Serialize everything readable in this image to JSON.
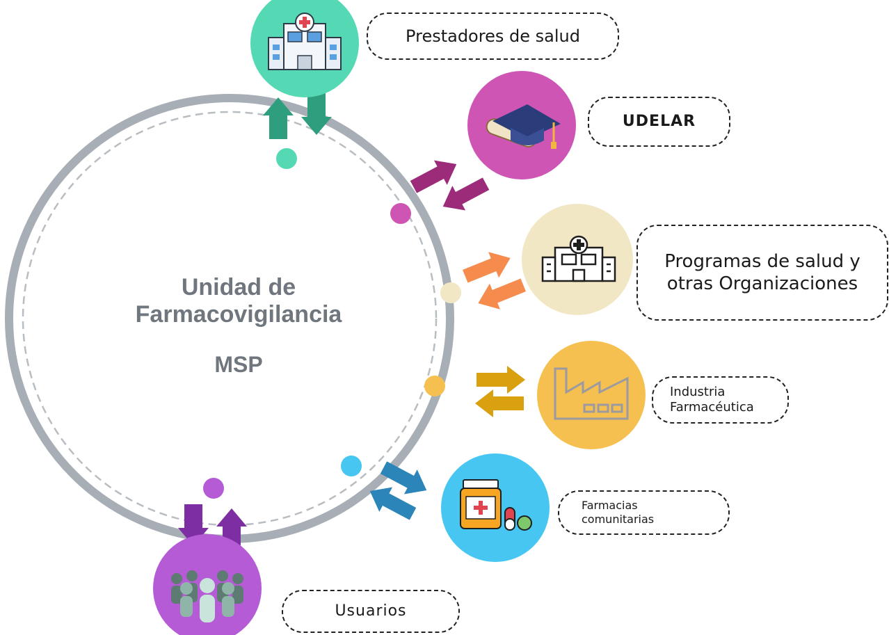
{
  "center": {
    "line1": "Unidad de",
    "line2": "Farmacovigilancia",
    "line3": "MSP"
  },
  "nodes": [
    {
      "id": "prestadores",
      "label": "Prestadores de salud",
      "icon": "hospital-icon",
      "color": "#54d9b4",
      "arrow_color": "#2f9e7f"
    },
    {
      "id": "udelar",
      "label": "UDELAR",
      "icon": "graduation-cap-diploma-icon",
      "color": "#cf55b5",
      "arrow_color": "#9c2c7a"
    },
    {
      "id": "programas",
      "label": "Programas de salud y\notras Organizaciones",
      "icon": "hospital-building-icon",
      "color": "#f2e7c4",
      "arrow_color": "#f58b4c"
    },
    {
      "id": "industria",
      "label": "Industria\nFarmacéutica",
      "icon": "factory-icon",
      "color": "#f5c04f",
      "arrow_color": "#d9a00f"
    },
    {
      "id": "farmacias",
      "label": "Farmacias\ncomunitarias",
      "icon": "medicine-bottle-pills-icon",
      "color": "#46c6f0",
      "arrow_color": "#2b85b8"
    },
    {
      "id": "usuarios",
      "label": "Usuarios",
      "icon": "people-group-icon",
      "color": "#b55bd6",
      "arrow_color": "#7e2ea3"
    }
  ],
  "colors": {
    "ring": "#a8aeb5",
    "ring_dashed": "#b8bdc2",
    "center_text": "#6f767d"
  }
}
